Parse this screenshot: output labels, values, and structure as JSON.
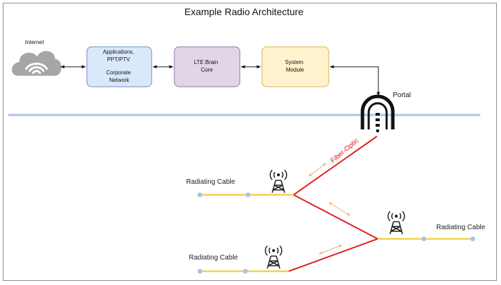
{
  "diagram": {
    "title": "Example Radio Architecture",
    "internet_label": "Internet",
    "portal_label": "Portal",
    "fiber_label": "Fiber-Optic",
    "boxes": [
      {
        "lines": [
          "Applications,",
          "PPT/PTV",
          "",
          "Corporate",
          "Network"
        ]
      },
      {
        "lines": [
          "LTE Brain",
          "Core"
        ]
      },
      {
        "lines": [
          "System",
          "Module"
        ]
      }
    ],
    "cables": [
      {
        "label": "Radiating Cable"
      },
      {
        "label": "Radiating Cable"
      },
      {
        "label": "Radiating Cable"
      }
    ]
  },
  "colors": {
    "divider": "#a9c4eb",
    "fiber": "#e02020",
    "cable": "#f3d04e",
    "cable_node": "#a9c4eb",
    "box_blue_fill": "#dae8fc",
    "box_blue_stroke": "#6c8ebf",
    "box_purple_fill": "#e1d5e7",
    "box_purple_stroke": "#9673a6",
    "box_yellow_fill": "#fff2cc",
    "box_yellow_stroke": "#d6b656",
    "signal_arrow": "#f5c58f",
    "cloud": "#a6a6a6"
  }
}
